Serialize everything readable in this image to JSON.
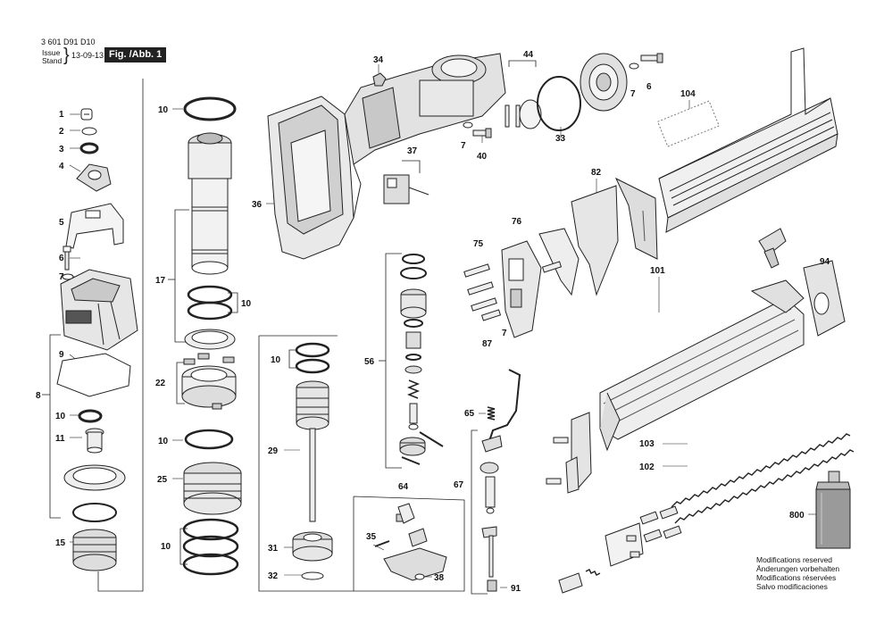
{
  "header": {
    "doc_number": "3 601 D91 D10",
    "issue_label_1": "Issue",
    "issue_label_2": "Stand",
    "issue_date": "13-09-13",
    "figure": "Fig. /Abb. 1"
  },
  "callouts": {
    "p1": "1",
    "p2": "2",
    "p3": "3",
    "p4": "4",
    "p5": "5",
    "p6": "6",
    "p7": "7",
    "p8": "8",
    "p9": "9",
    "p10a": "10",
    "p11": "11",
    "p10b": "10",
    "p25": "25",
    "p10c": "10",
    "p15": "15",
    "p10d": "10",
    "p17": "17",
    "p10e": "10",
    "p22": "22",
    "p10f": "10",
    "p29": "29",
    "p31": "31",
    "p32": "32",
    "p34": "34",
    "p36": "36",
    "p37": "37",
    "p56": "56",
    "p64": "64",
    "p35": "35",
    "p38": "38",
    "p44": "44",
    "p7b": "7",
    "p40": "40",
    "p33": "33",
    "p7c": "7",
    "p6b": "6",
    "p104": "104",
    "p82": "82",
    "p75": "75",
    "p76": "76",
    "p87": "87",
    "p7d": "7",
    "p101": "101",
    "p94": "94",
    "p65": "65",
    "p67": "67",
    "p91": "91",
    "p103": "103",
    "p102": "102",
    "p800": "800"
  },
  "notice": {
    "en": "Modifications reserved",
    "de": "Änderungen vorbehalten",
    "fr": "Modifications réservées",
    "es": "Salvo modificaciones"
  }
}
